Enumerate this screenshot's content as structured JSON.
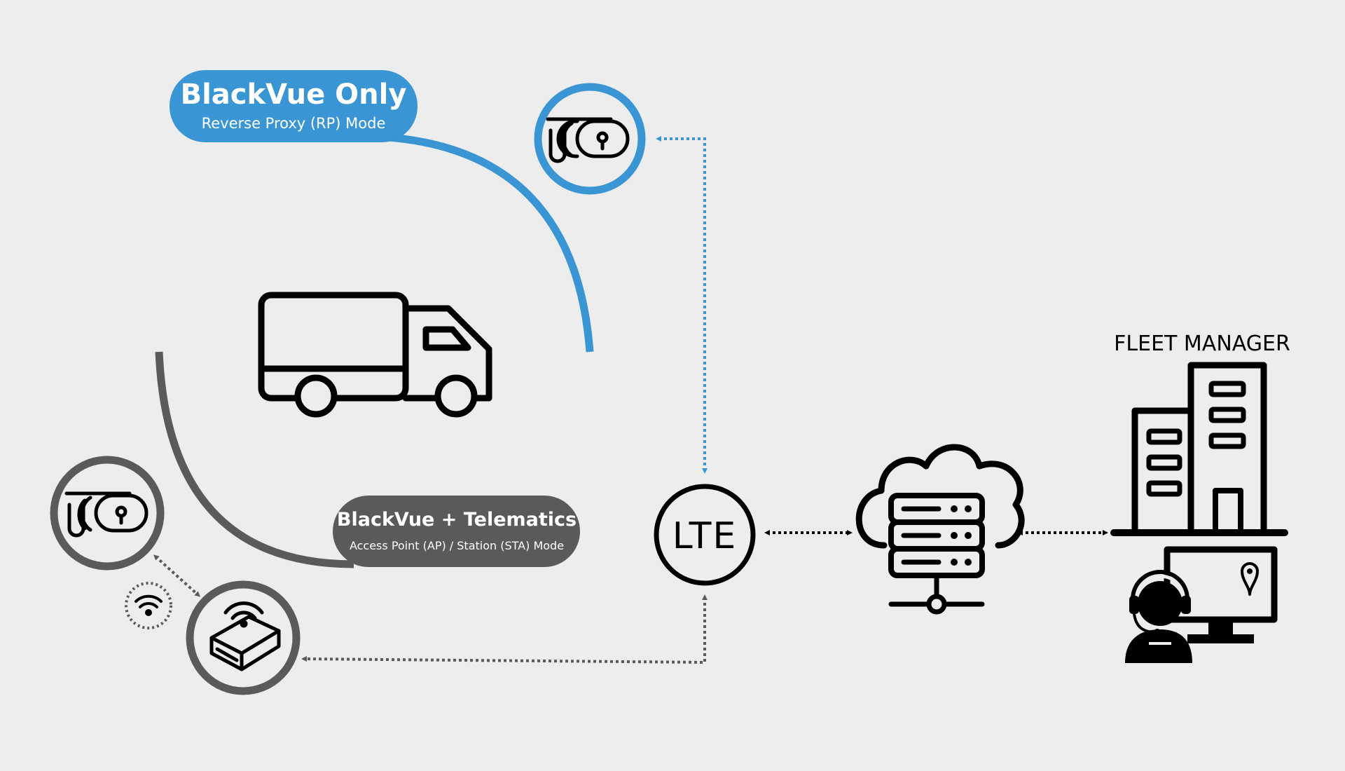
{
  "labels": {
    "rp_title": "BlackVue Only",
    "rp_subtitle": "Reverse Proxy (RP) Mode",
    "ap_title": "BlackVue + Telematics",
    "ap_subtitle": "Access Point (AP) / Station (STA) Mode",
    "lte": "LTE",
    "fleet_manager": "FLEET MANAGER"
  },
  "colors": {
    "background": "#ededed",
    "blue_accent": "#3a95d4",
    "gray_accent": "#5a5a5a",
    "black": "#000000"
  },
  "icons": [
    "dashcam-icon",
    "truck-icon",
    "telematics-device-icon",
    "wifi-icon",
    "cloud-server-icon",
    "office-building-icon",
    "operator-headset-icon",
    "monitor-map-pin-icon"
  ]
}
